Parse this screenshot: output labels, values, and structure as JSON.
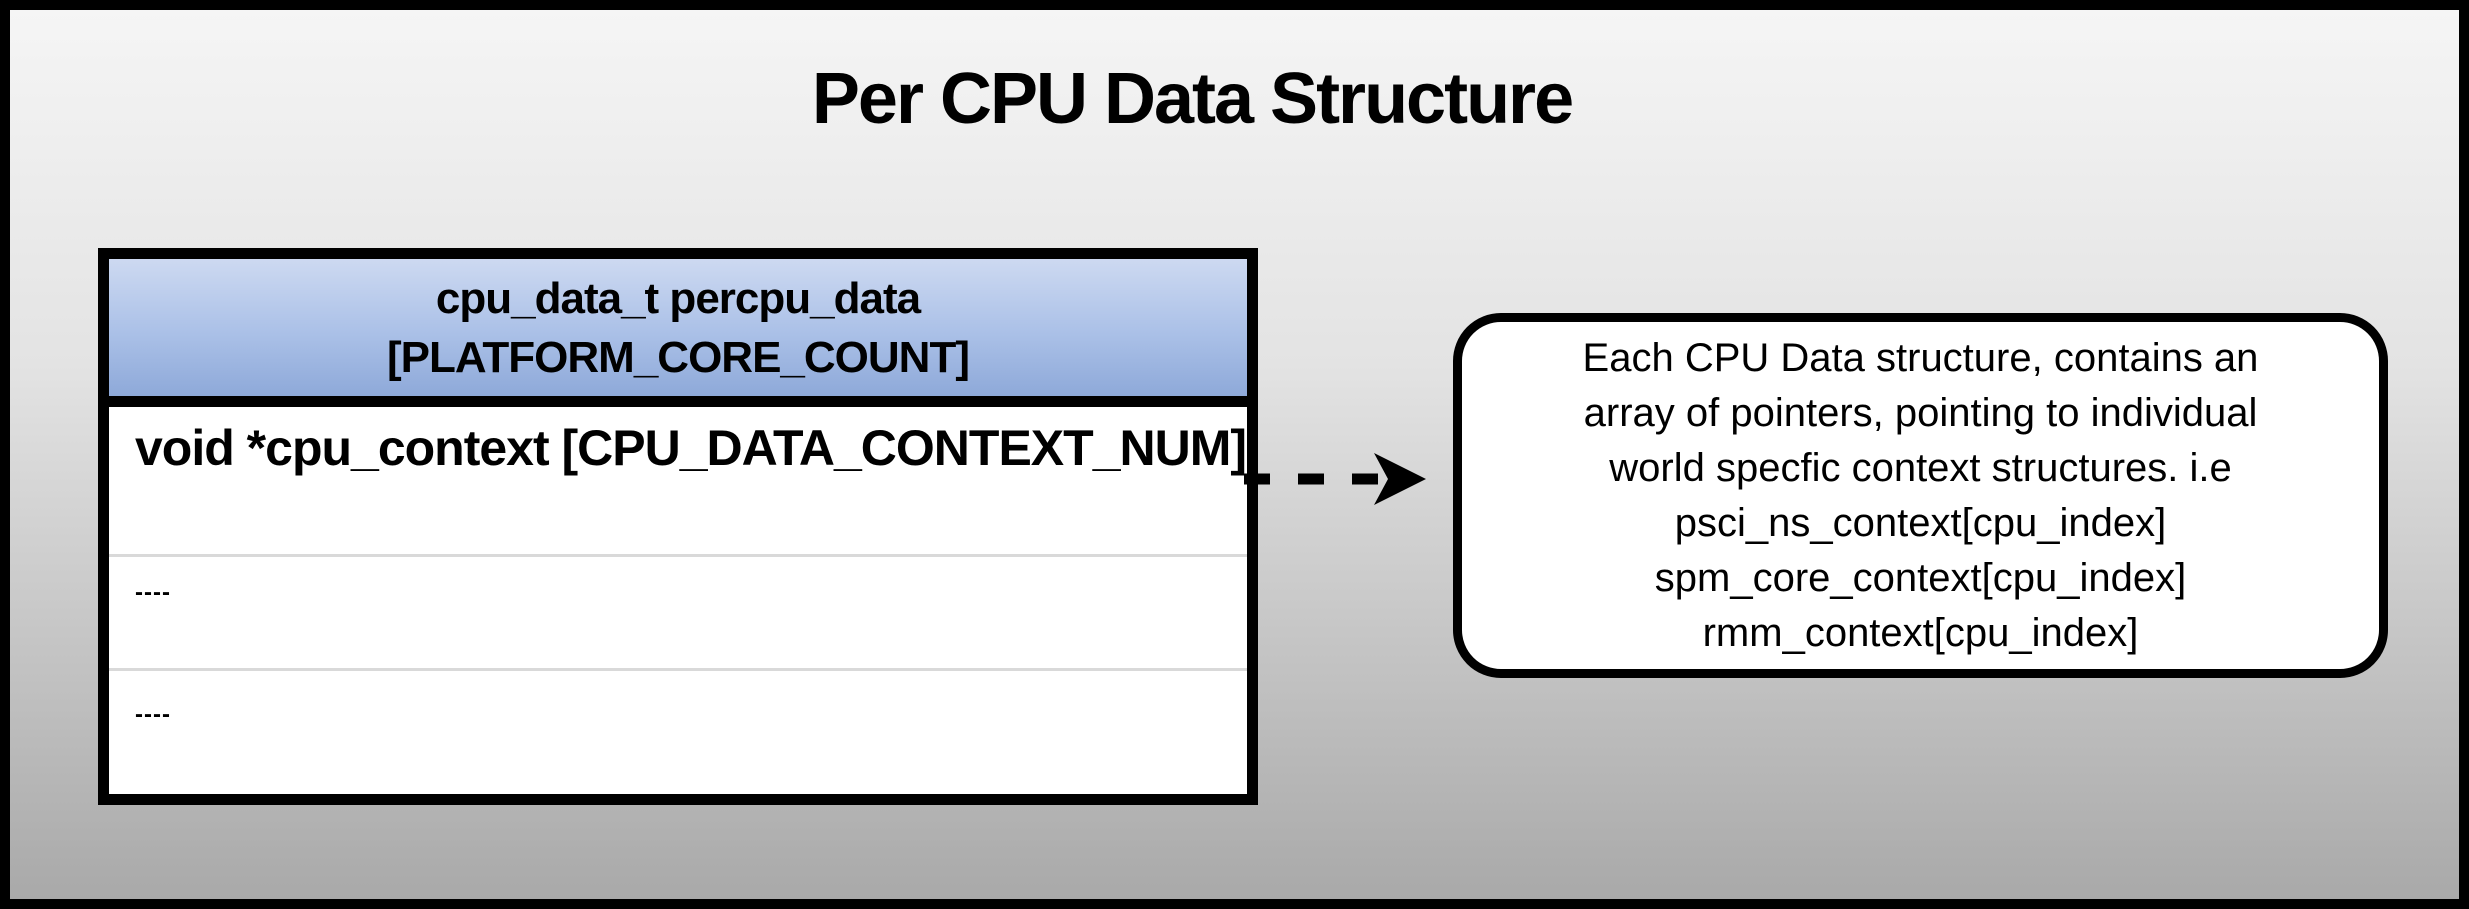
{
  "title": "Per CPU Data Structure",
  "struct_table": {
    "header": {
      "line1": "cpu_data_t percpu_data",
      "line2": "[PLATFORM_CORE_COUNT]"
    },
    "rows": [
      {
        "label": "void *cpu_context [CPU_DATA_CONTEXT_NUM]"
      },
      {
        "label": "----"
      },
      {
        "label": "----"
      }
    ]
  },
  "connector": {
    "icon": "dashed-arrow-right-icon"
  },
  "annotation_box": {
    "lines": [
      "Each CPU Data structure, contains an",
      "array of pointers, pointing to individual",
      "world specfic context structures. i.e",
      "psci_ns_context[cpu_index]",
      "spm_core_context[cpu_index]",
      "rmm_context[cpu_index]"
    ]
  },
  "colors": {
    "canvas_border": "#000000",
    "background_top": "#f5f5f5",
    "background_bottom": "#a9a9a9",
    "header_gradient_top": "#cdd9f1",
    "header_gradient_bottom": "#8ea9d9",
    "row_divider": "#d9d9d9",
    "box_background": "#ffffff",
    "text": "#000000"
  }
}
